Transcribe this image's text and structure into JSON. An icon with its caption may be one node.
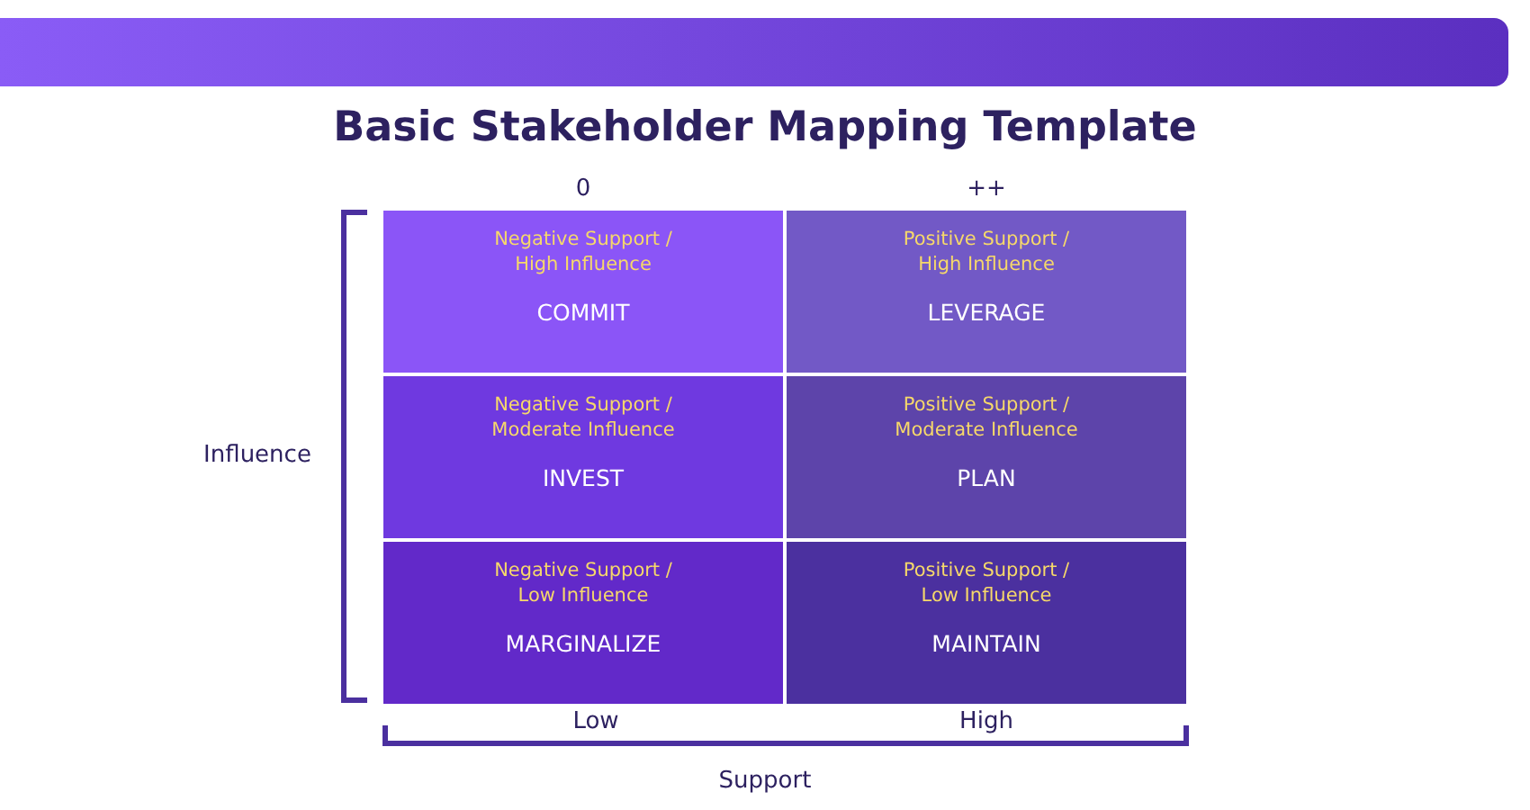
{
  "diagram": {
    "title": "Basic Stakeholder Mapping Template",
    "nodes": [
      {
        "text": [
          "Negative Support / High Influence",
          "COMMIT"
        ]
      },
      {
        "text": [
          "Positive Support / High Influence",
          "LEVERAGE"
        ]
      },
      {
        "text": [
          "Negative Support / Moderate Influence",
          "INVEST"
        ]
      },
      {
        "text": [
          "Positive Support / Moderate Influence",
          "PLAN"
        ]
      },
      {
        "text": [
          "Negative Support / Low Influence",
          "MARGINALIZE"
        ]
      },
      {
        "text": [
          "Positive Support / Low Influence",
          "MAINTAIN"
        ]
      }
    ],
    "labels": [
      "0",
      "++",
      "Influence",
      "Low",
      "High",
      "Support"
    ]
  }
}
